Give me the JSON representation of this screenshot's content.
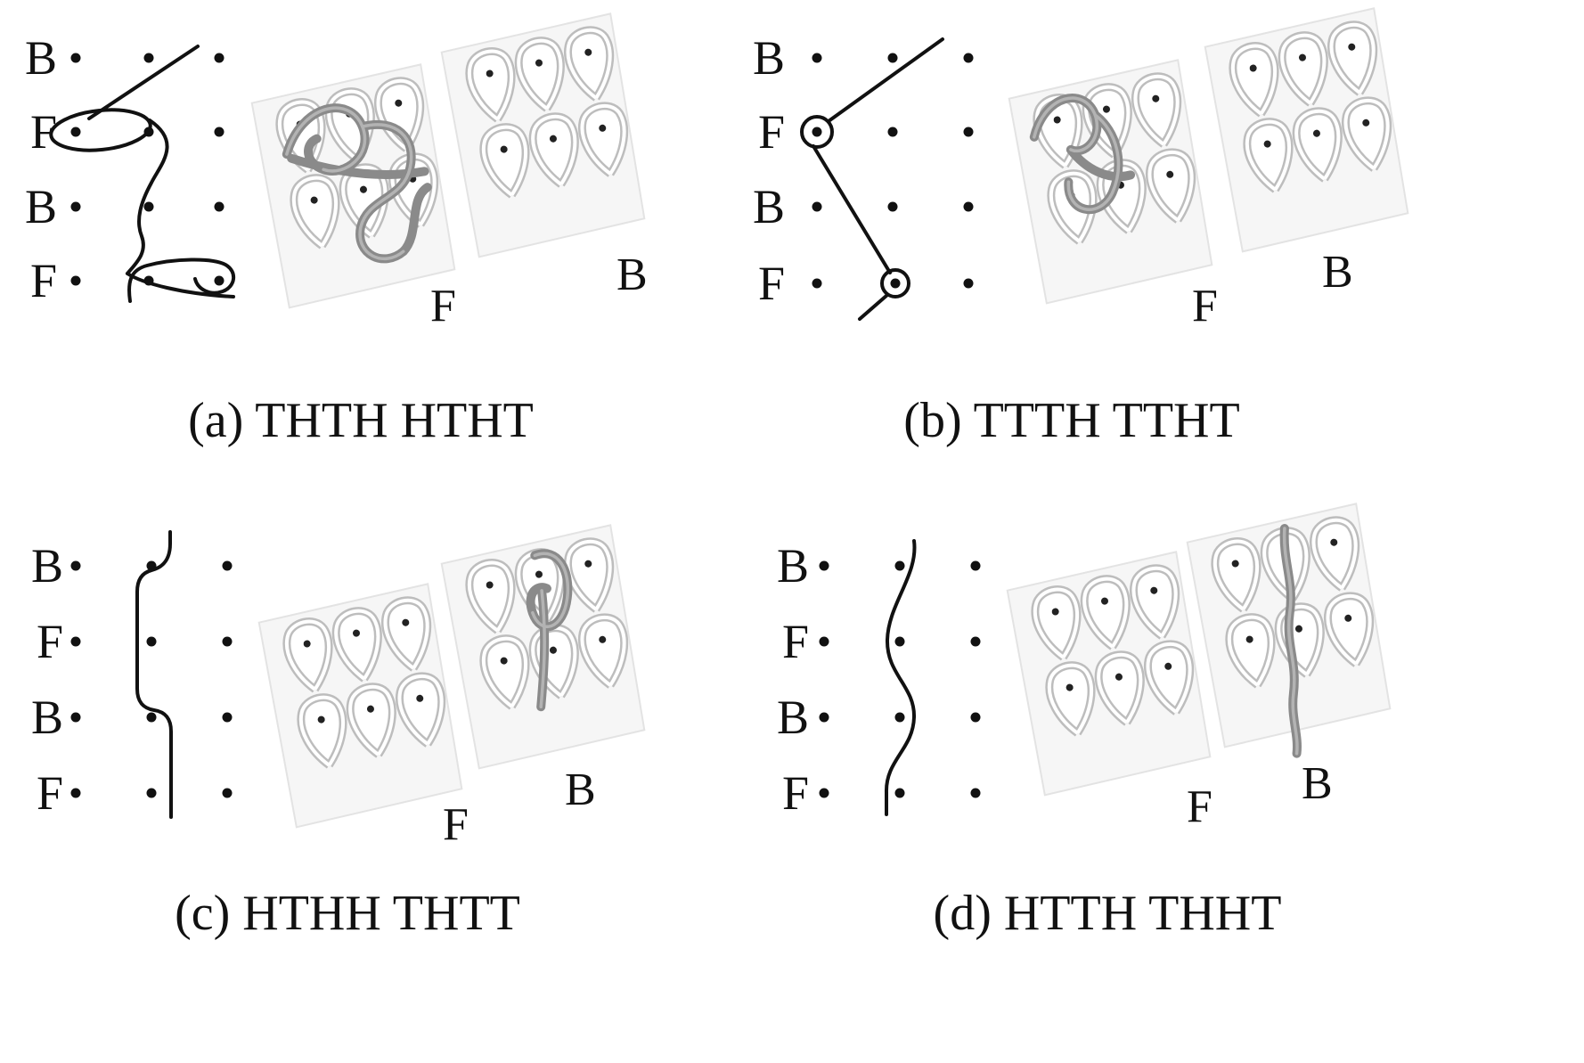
{
  "figure": {
    "panels": [
      {
        "id": "a",
        "caption": "(a) THTH HTHT",
        "row_labels": [
          "B",
          "F",
          "B",
          "F"
        ],
        "front_label": "F",
        "back_label": "B"
      },
      {
        "id": "b",
        "caption": "(b) TTTH TTHT",
        "row_labels": [
          "B",
          "F",
          "B",
          "F"
        ],
        "front_label": "F",
        "back_label": "B"
      },
      {
        "id": "c",
        "caption": "(c) HTHH THTT",
        "row_labels": [
          "B",
          "F",
          "B",
          "F"
        ],
        "front_label": "F",
        "back_label": "B"
      },
      {
        "id": "d",
        "caption": "(d) HTTH THHT",
        "row_labels": [
          "B",
          "F",
          "B",
          "F"
        ],
        "front_label": "F",
        "back_label": "B"
      }
    ],
    "colors": {
      "line": "#111111",
      "loop_outline": "#bdbdbd",
      "dark_yarn": "#8a8a8a",
      "sheet": "#f6f6f6"
    }
  }
}
